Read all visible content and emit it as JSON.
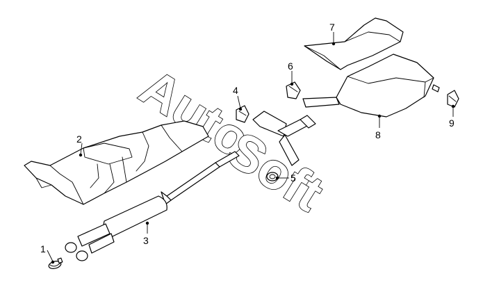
{
  "watermark": {
    "first": "Auto",
    "second": "Soft"
  },
  "callouts": [
    {
      "id": "1",
      "label": "1"
    },
    {
      "id": "2",
      "label": "2"
    },
    {
      "id": "3",
      "label": "3"
    },
    {
      "id": "4",
      "label": "4"
    },
    {
      "id": "5",
      "label": "5"
    },
    {
      "id": "6",
      "label": "6"
    },
    {
      "id": "7",
      "label": "7"
    },
    {
      "id": "8",
      "label": "8"
    },
    {
      "id": "9",
      "label": "9"
    }
  ],
  "colors": {
    "line": "#000000",
    "background": "#ffffff"
  }
}
